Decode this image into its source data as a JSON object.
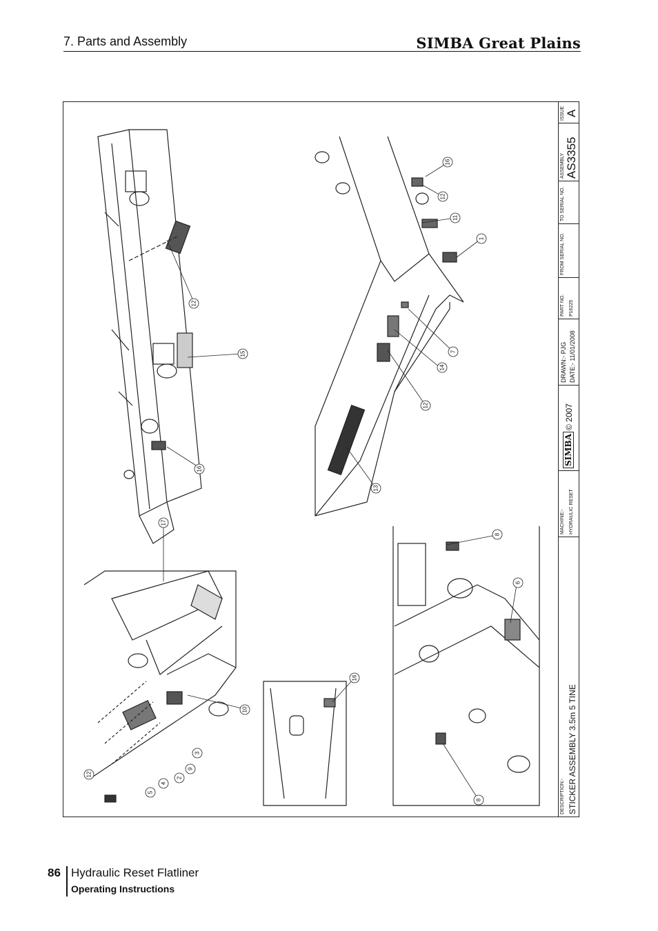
{
  "header": {
    "section": "7. Parts and Assembly",
    "brand": "SIMBA Great Plains"
  },
  "footer": {
    "page_number": "86",
    "title": "Hydraulic Reset Flatliner",
    "subtitle": "Operating Instructions"
  },
  "title_block": {
    "description_label": "DESCRIPTION:-",
    "description": "STICKER ASSEMBLY 3.5m 5 TINE",
    "machine_label": "MACHINE:-",
    "machine": "HYDRAULIC RESET",
    "logo": "SIMBA",
    "copyright": "© 2007",
    "drawn": "DRAWN:-  PJG",
    "date": "DATE:-  11/01/2008",
    "part_no_label": "PART NO.",
    "part_no": "P16225",
    "from_serial_label": "FROM SERIAL NO.",
    "to_serial_label": "TO SERIAL NO.",
    "assembly_label": "ASSEMBLY",
    "assembly": "AS3355",
    "issue_label": "ISSUE",
    "issue": "A"
  },
  "callouts": [
    "12",
    "15",
    "16",
    "17",
    "10",
    "3",
    "9",
    "2",
    "4",
    "5",
    "12",
    "16",
    "8",
    "6",
    "8",
    "13",
    "12",
    "14",
    "7",
    "1",
    "11",
    "12",
    "16"
  ]
}
